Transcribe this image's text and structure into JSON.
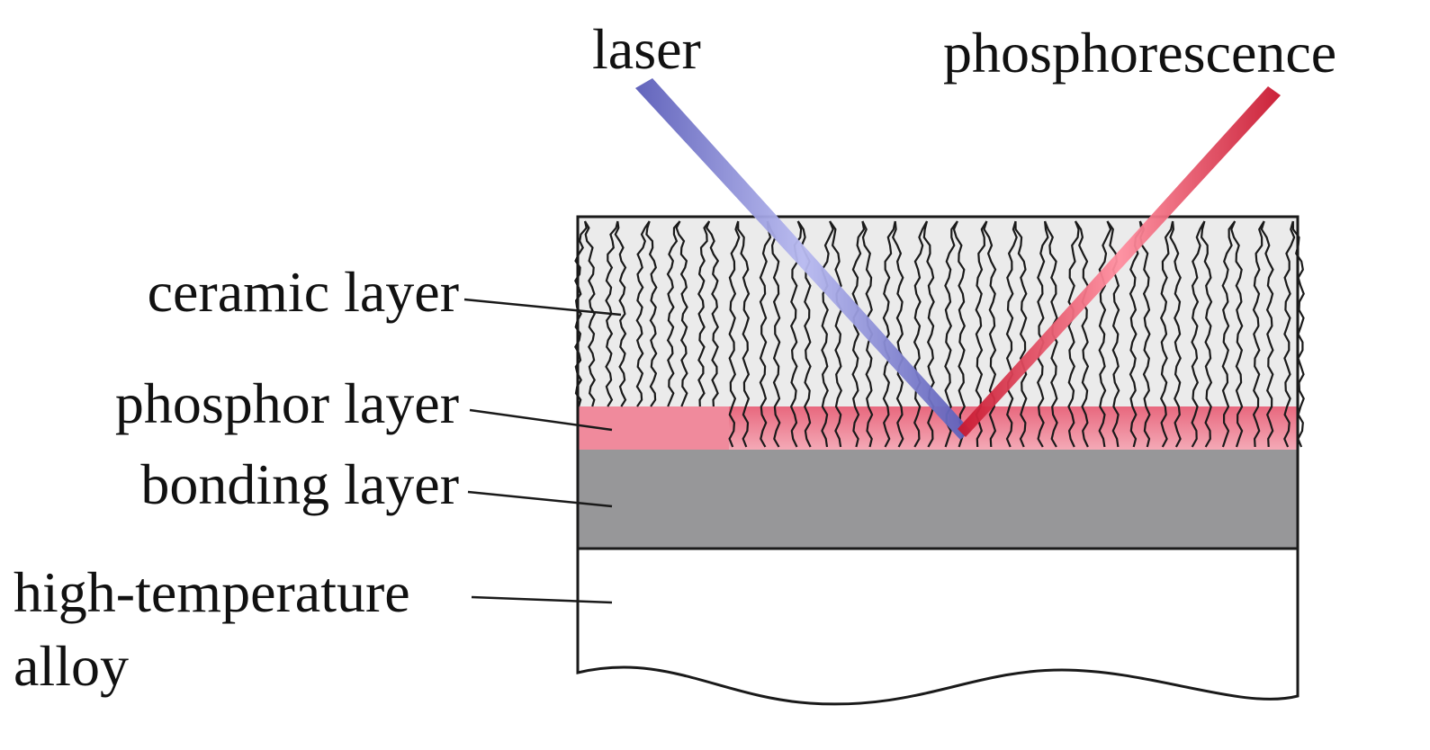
{
  "labels": {
    "laser": "laser",
    "phosphorescence": "phosphorescence",
    "ceramic_layer": "ceramic layer",
    "phosphor_layer": "phosphor layer",
    "bonding_layer": "bonding layer",
    "alloy_line1": "high-temperature",
    "alloy_line2": "alloy"
  },
  "colors": {
    "ceramic": "#ebebeb",
    "phosphor": "#ec7c90",
    "bonding": "#979799",
    "alloy": "#ffffff",
    "laser_beam": "#7d7fcf",
    "phosphorescence_beam": "#e8384e",
    "outline": "#1a1a1a"
  }
}
